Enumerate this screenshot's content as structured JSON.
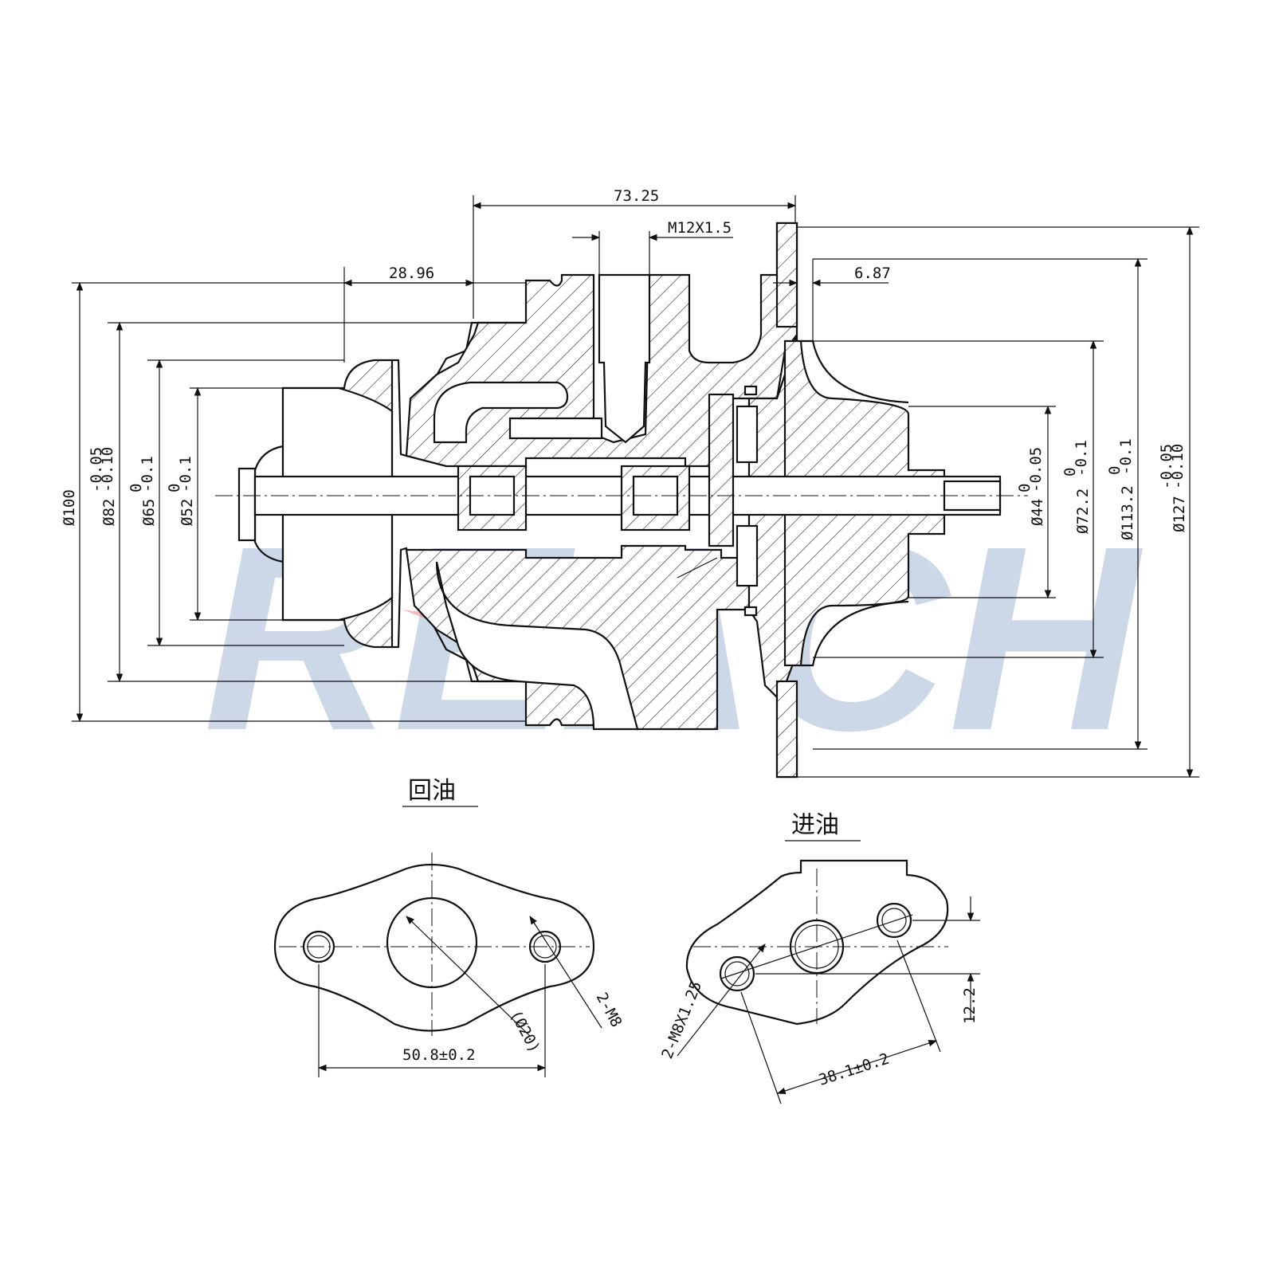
{
  "watermark": {
    "text": "REACH",
    "color": "#b9c8de",
    "accent_color": "#f08080"
  },
  "dimensions": {
    "width_73": "73.25",
    "thread": "M12X1.5",
    "width_28": "28.96",
    "width_6": "6.87",
    "dia_100": "Ø100",
    "dia_82": "Ø82",
    "dia_82_tol_upper": "-0.05",
    "dia_82_tol_lower": "-0.10",
    "dia_65": "Ø65",
    "dia_65_tol_upper": "0",
    "dia_65_tol_lower": "-0.1",
    "dia_52": "Ø52",
    "dia_52_tol_upper": "0",
    "dia_52_tol_lower": "-0.1",
    "dia_44": "Ø44",
    "dia_44_tol_upper": "0",
    "dia_44_tol_lower": "-0.05",
    "dia_72": "Ø72.2",
    "dia_72_tol_upper": "0",
    "dia_72_tol_lower": "-0.1",
    "dia_113": "Ø113.2",
    "dia_113_tol_upper": "0",
    "dia_113_tol_lower": "-0.1",
    "dia_127": "Ø127",
    "dia_127_tol_upper": "-0.05",
    "dia_127_tol_lower": "-0.10"
  },
  "oil_return": {
    "title": "回油",
    "hole_dia": "(Ø20)",
    "bolt": "2-M8",
    "spacing": "50.8±0.2"
  },
  "oil_inlet": {
    "title": "进油",
    "bolt": "2-M8X1.25",
    "spacing": "38.1±0.2",
    "offset": "12.2"
  }
}
